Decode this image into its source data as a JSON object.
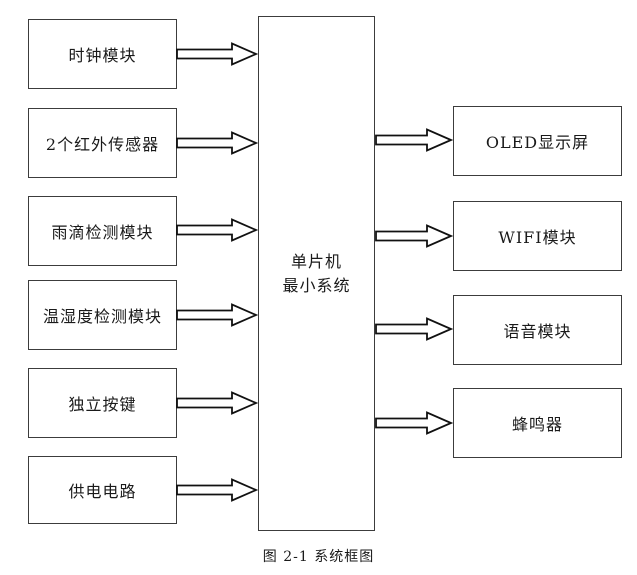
{
  "diagram": {
    "caption": "图 2-1 系统框图",
    "center_unit": {
      "label_line1": "单片机",
      "label_line2": "最小系统"
    },
    "left_modules": [
      {
        "label": "时钟模块"
      },
      {
        "label": "2个红外传感器"
      },
      {
        "label": "雨滴检测模块"
      },
      {
        "label": "温湿度检测模块"
      },
      {
        "label": "独立按键"
      },
      {
        "label": "供电电路"
      }
    ],
    "right_modules": [
      {
        "label": "OLED显示屏"
      },
      {
        "label": "WIFI模块"
      },
      {
        "label": "语音模块"
      },
      {
        "label": "蜂鸣器"
      }
    ],
    "colors": {
      "background": "#ffffff",
      "box_border": "#3c3c3c",
      "text": "#1a1a1a",
      "arrow_fill": "#ffffff",
      "arrow_stroke": "#111111"
    }
  }
}
